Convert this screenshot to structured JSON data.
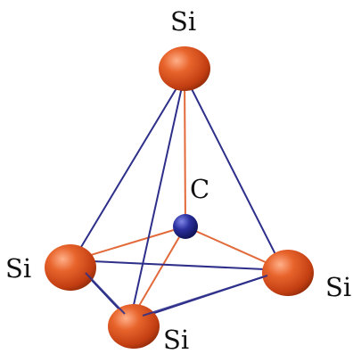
{
  "diagram": {
    "labels": {
      "si_top": "Si",
      "carbon": "C",
      "si_left": "Si",
      "si_right": "Si",
      "si_bottom": "Si"
    },
    "colors": {
      "silicon_atom": "#d8501c",
      "carbon_atom": "#1c1f8c",
      "tetrahedron_edge": "#2d2f8a",
      "si_c_bond": "#e26a3a"
    }
  }
}
